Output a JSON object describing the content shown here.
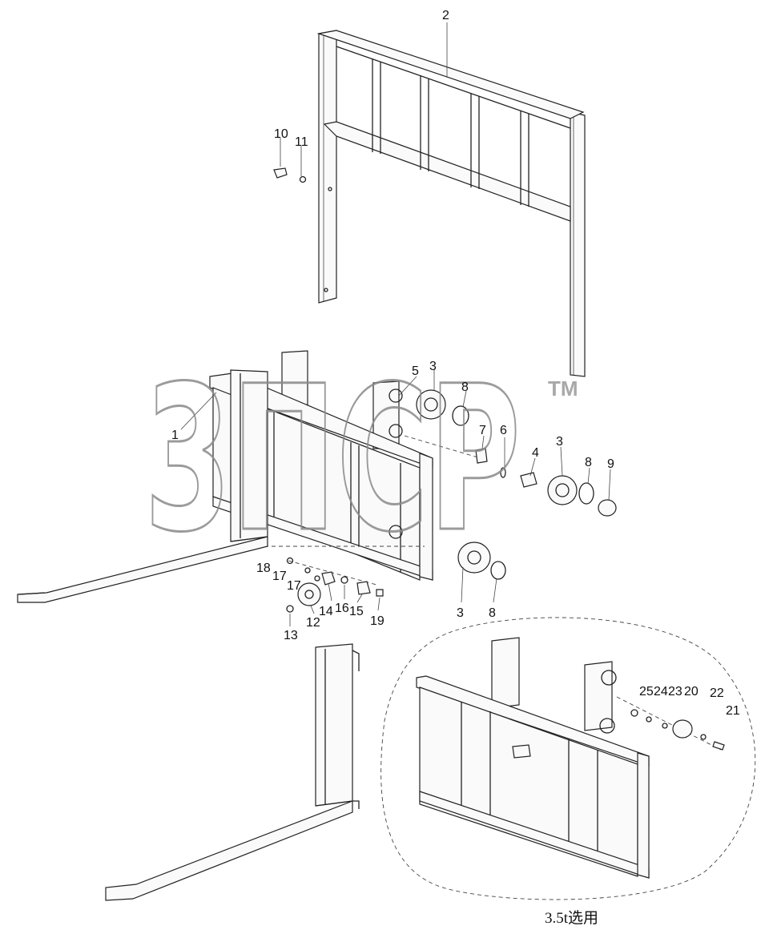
{
  "callouts": [
    "1",
    "2",
    "3",
    "3",
    "3",
    "4",
    "5",
    "6",
    "7",
    "8",
    "8",
    "8",
    "9",
    "10",
    "11",
    "12",
    "13",
    "14",
    "15",
    "16",
    "17",
    "17",
    "18",
    "19",
    "20",
    "21",
    "22",
    "23",
    "24",
    "25"
  ],
  "caption": "3.5t选用",
  "watermark": {
    "text": "3ПСР",
    "tm": "TM"
  },
  "colors": {
    "line": "#222222",
    "watermark": "#8a8a8a",
    "background": "#ffffff"
  }
}
